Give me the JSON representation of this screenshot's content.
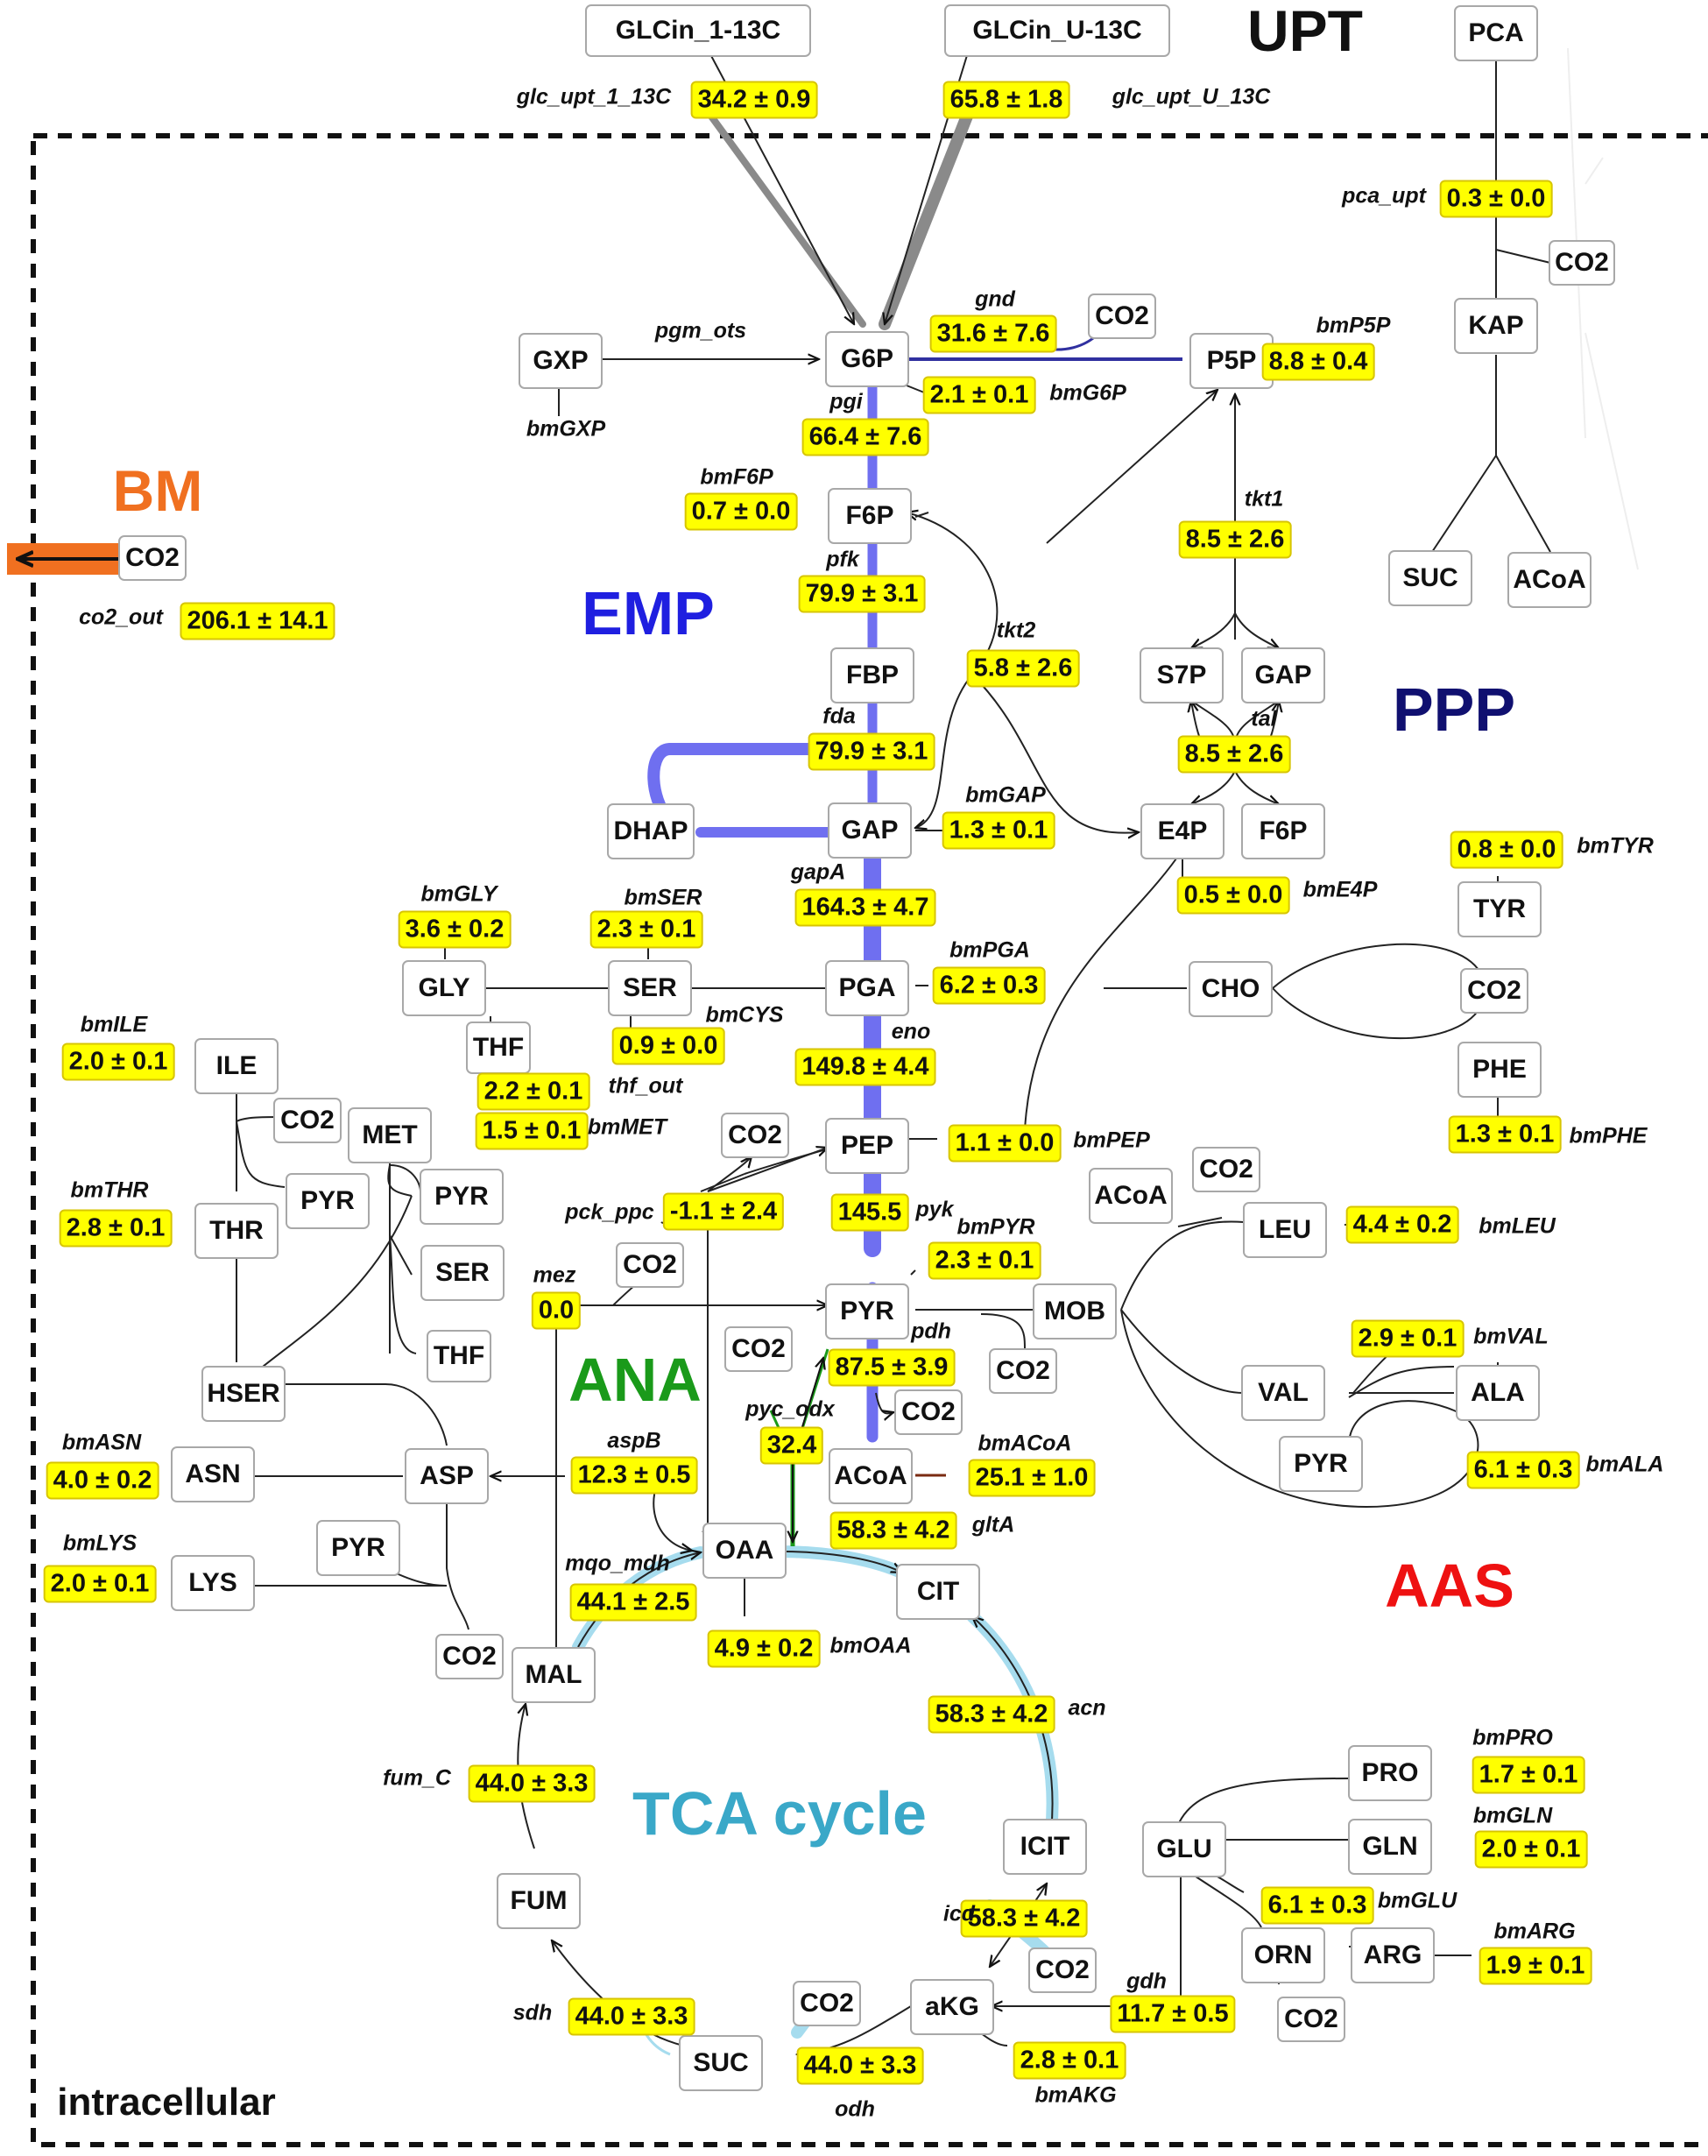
{
  "regions": {
    "upt": {
      "label": "UPT",
      "color": "#111111"
    },
    "bm": {
      "label": "BM",
      "color": "#f07020"
    },
    "emp": {
      "label": "EMP",
      "color": "#1f1fe0"
    },
    "ppp": {
      "label": "PPP",
      "color": "#101070"
    },
    "ana": {
      "label": "ANA",
      "color": "#1a9a1a"
    },
    "aas": {
      "label": "AAS",
      "color": "#ee1111"
    },
    "tca": {
      "label": "TCA cycle",
      "color": "#3aa8c8"
    },
    "intracellular": {
      "label": "intracellular",
      "color": "#111111"
    }
  },
  "colors": {
    "emp_flux": "#6f6ff0",
    "tca_flux": "#a6dcee",
    "ppp_flux": "#3030a0",
    "ana_flux": "#1a9a1a",
    "upt_flux": "#777777",
    "bm_flux": "#f07020",
    "flux_box": "#ffff00"
  },
  "metabolites": {
    "glcin_1": "GLCin_1-13C",
    "glcin_u": "GLCin_U-13C",
    "pca": "PCA",
    "co2_pca": "CO2",
    "kap": "KAP",
    "suc_pca": "SUC",
    "acoa_pca": "ACoA",
    "gxp": "GXP",
    "g6p": "G6P",
    "co2_gnd": "CO2",
    "p5p": "P5P",
    "f6p": "F6P",
    "co2_bm": "CO2",
    "fbp": "FBP",
    "s7p": "S7P",
    "gap_ppp": "GAP",
    "dhap": "DHAP",
    "gap": "GAP",
    "e4p": "E4P",
    "f6p_ppp": "F6P",
    "tyr": "TYR",
    "gly": "GLY",
    "ser": "SER",
    "pga": "PGA",
    "cho": "CHO",
    "co2_cho": "CO2",
    "thf": "THF",
    "ile": "ILE",
    "phe": "PHE",
    "co2_ile": "CO2",
    "met": "MET",
    "co2_pck": "CO2",
    "pep": "PEP",
    "pyr_met": "PYR",
    "pyr_thr": "PYR",
    "thr": "THR",
    "co2_leu": "CO2",
    "acoa_leu": "ACoA",
    "leu": "LEU",
    "ser_met": "SER",
    "co2_mez": "CO2",
    "pyr": "PYR",
    "mob": "MOB",
    "thf_met": "THF",
    "co2_pyc": "CO2",
    "co2_mob": "CO2",
    "hser": "HSER",
    "val": "VAL",
    "ala": "ALA",
    "co2_pdh": "CO2",
    "asn": "ASN",
    "asp": "ASP",
    "acoa": "ACoA",
    "pyr_val": "PYR",
    "pyr_lys": "PYR",
    "oaa": "OAA",
    "lys": "LYS",
    "cit": "CIT",
    "co2_asp": "CO2",
    "mal": "MAL",
    "pro": "PRO",
    "icit": "ICIT",
    "glu": "GLU",
    "gln": "GLN",
    "fum": "FUM",
    "orn": "ORN",
    "arg": "ARG",
    "co2_icd": "CO2",
    "co2_odh": "CO2",
    "akg": "aKG",
    "co2_orn": "CO2",
    "suc": "SUC"
  },
  "fluxes": {
    "glc_upt_1_13c": "34.2 ± 0.9",
    "glc_upt_u_13c": "65.8 ± 1.8",
    "pca_upt": "0.3 ± 0.0",
    "gnd": "31.6 ± 7.6",
    "bmP5P": "8.8 ± 0.4",
    "bmG6P": "2.1 ± 0.1",
    "pgi": "66.4 ± 7.6",
    "bmF6P": "0.7 ± 0.0",
    "tkt1": "8.5 ± 2.6",
    "co2_out": "206.1 ± 14.1",
    "pfk": "79.9 ± 3.1",
    "tkt2": "5.8 ± 2.6",
    "fda": "79.9 ± 3.1",
    "tal": "8.5 ± 2.6",
    "bmGAP": "1.3 ± 0.1",
    "bmTYR": "0.8 ± 0.0",
    "bmE4P": "0.5 ± 0.0",
    "gapA": "164.3 ± 4.7",
    "bmGLY": "3.6 ± 0.2",
    "bmSER": "2.3 ± 0.1",
    "bmPGA": "6.2 ± 0.3",
    "bmCYS": "0.9 ± 0.0",
    "bmILE": "2.0 ± 0.1",
    "eno": "149.8 ± 4.4",
    "thf_out": "2.2 ± 0.1",
    "bmMET": "1.5 ± 0.1",
    "bmPEP": "1.1 ± 0.0",
    "bmPHE": "1.3 ± 0.1",
    "bmTHR": "2.8 ± 0.1",
    "pck_ppc": "-1.1 ± 2.4",
    "pyk": "145.5",
    "bmLEU": "4.4 ± 0.2",
    "bmPYR": "2.3 ± 0.1",
    "mez": "0.0",
    "bmVAL": "2.9 ± 0.1",
    "pdh": "87.5 ± 3.9",
    "pyc_odx": "32.4",
    "bmASN": "4.0 ± 0.2",
    "aspB": "12.3 ± 0.5",
    "bmACoA": "25.1 ± 1.0",
    "bmALA": "6.1 ± 0.3",
    "gltA": "58.3 ± 4.2",
    "bmLYS": "2.0 ± 0.1",
    "mqo_mdh": "44.1 ± 2.5",
    "bmOAA": "4.9 ± 0.2",
    "acn": "58.3 ± 4.2",
    "bmPRO": "1.7 ± 0.1",
    "fum_C": "44.0 ± 3.3",
    "bmGLN": "2.0 ± 0.1",
    "bmGLU": "6.1 ± 0.3",
    "icd": "58.3 ± 4.2",
    "bmARG": "1.9 ± 0.1",
    "gdh": "11.7 ± 0.5",
    "sdh": "44.0 ± 3.3",
    "bmAKG": "2.8 ± 0.1",
    "odh": "44.0 ± 3.3"
  },
  "reactions": {
    "glc_upt_1_13c": "glc_upt_1_13C",
    "glc_upt_u_13c": "glc_upt_U_13C",
    "pca_upt": "pca_upt",
    "gnd": "gnd",
    "pgm_ots": "pgm_ots",
    "bmP5P": "bmP5P",
    "bmG6P": "bmG6P",
    "bmGXP": "bmGXP",
    "pgi": "pgi",
    "bmF6P": "bmF6P",
    "tkt1": "tkt1",
    "co2_out": "co2_out",
    "pfk": "pfk",
    "tkt2": "tkt2",
    "fda": "fda",
    "tal": "tal",
    "bmGAP": "bmGAP",
    "bmTYR": "bmTYR",
    "gapA": "gapA",
    "bmE4P": "bmE4P",
    "bmGLY": "bmGLY",
    "bmSER": "bmSER",
    "bmPGA": "bmPGA",
    "bmILE": "bmILE",
    "bmCYS": "bmCYS",
    "eno": "eno",
    "thf_out": "thf_out",
    "bmMET": "bmMET",
    "bmPEP": "bmPEP",
    "bmPHE": "bmPHE",
    "bmTHR": "bmTHR",
    "pck_ppc": "pck_ppc",
    "pyk": "pyk",
    "bmPYR": "bmPYR",
    "bmLEU": "bmLEU",
    "mez": "mez",
    "bmVAL": "bmVAL",
    "pdh": "pdh",
    "pyc_odx": "pyc_odx",
    "bmASN": "bmASN",
    "aspB": "aspB",
    "bmACoA": "bmACoA",
    "bmALA": "bmALA",
    "gltA": "gltA",
    "bmLYS": "bmLYS",
    "mqo_mdh": "mqo_mdh",
    "bmOAA": "bmOAA",
    "acn": "acn",
    "bmPRO": "bmPRO",
    "fum_C": "fum_C",
    "bmGLN": "bmGLN",
    "bmGLU": "bmGLU",
    "icd": "icd",
    "bmARG": "bmARG",
    "gdh": "gdh",
    "sdh": "sdh",
    "bmAKG": "bmAKG",
    "odh": "odh"
  }
}
